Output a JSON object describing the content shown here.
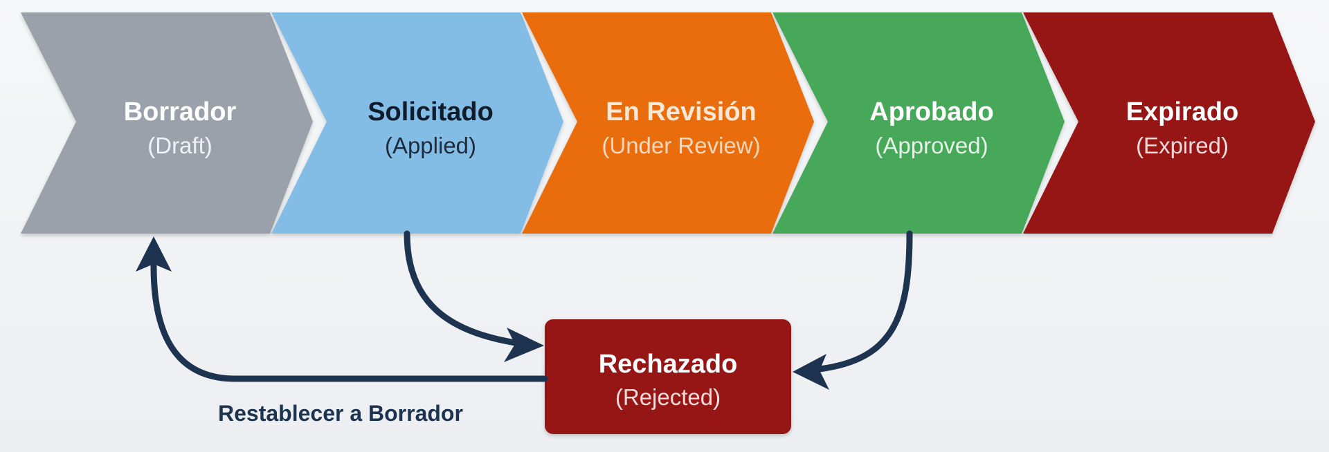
{
  "colors": {
    "draft": "#9aa1ab",
    "applied": "#83bde6",
    "review": "#ea6d0d",
    "approved": "#46a85a",
    "expired": "#961412",
    "rejected": "#961412",
    "arrow": "#1d3350"
  },
  "stages": [
    {
      "id": "draft",
      "label": "Borrador",
      "sublabel": "(Draft)"
    },
    {
      "id": "applied",
      "label": "Solicitado",
      "sublabel": "(Applied)"
    },
    {
      "id": "review",
      "label": "En Revisión",
      "sublabel": "(Under Review)"
    },
    {
      "id": "approved",
      "label": "Aprobado",
      "sublabel": "(Approved)"
    },
    {
      "id": "expired",
      "label": "Expirado",
      "sublabel": "(Expired)"
    }
  ],
  "rejected": {
    "label": "Rechazado",
    "sublabel": "(Rejected)"
  },
  "reset_label": "Restablecer a Borrador"
}
